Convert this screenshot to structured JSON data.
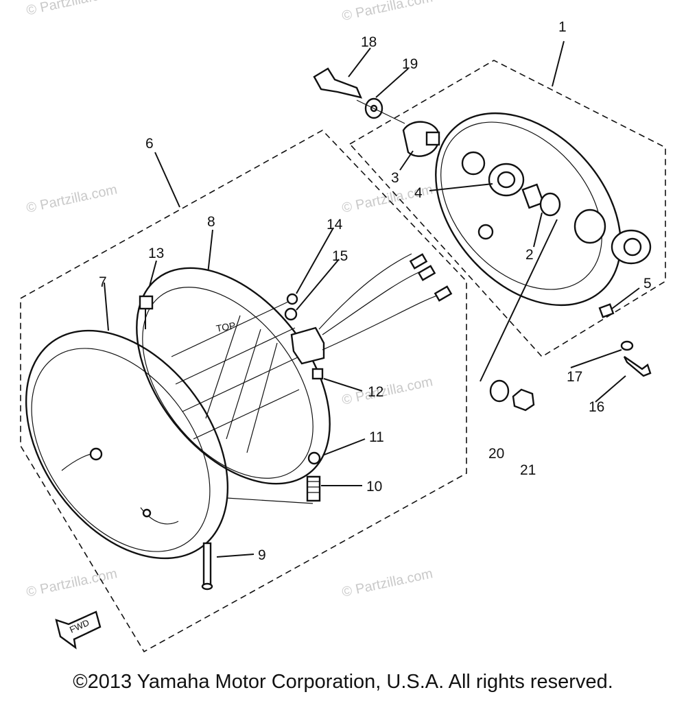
{
  "diagram": {
    "callouts": [
      "1",
      "2",
      "3",
      "4",
      "5",
      "6",
      "7",
      "8",
      "9",
      "10",
      "11",
      "12",
      "13",
      "14",
      "15",
      "16",
      "17",
      "18",
      "19",
      "20",
      "21"
    ],
    "watermark": "© Partzilla.com",
    "fwd_label": "FWD",
    "top_mark": "TOP"
  },
  "footer": {
    "copyright": "©2013 Yamaha Motor Corporation, U.S.A. All rights reserved."
  }
}
